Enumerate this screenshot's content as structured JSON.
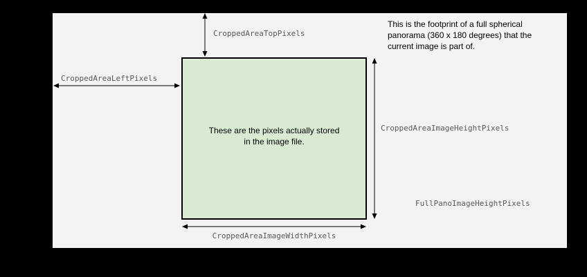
{
  "diagram": {
    "pano_note": "This is the footprint of a full spherical panorama (360 x 180 degrees) that the current image is part of.",
    "crop_note": "These are the pixels actually stored in the image file.",
    "labels": {
      "cropped_top": "CroppedAreaTopPixels",
      "cropped_left": "CroppedAreaLeftPixels",
      "cropped_height": "CroppedAreaImageHeightPixels",
      "cropped_width": "CroppedAreaImageWidthPixels",
      "full_pano_height": "FullPanoImageHeightPixels"
    },
    "colors": {
      "background": "#000000",
      "pano_fill": "#f3f3f3",
      "pano_border": "#000000",
      "crop_fill": "#d9ead3",
      "crop_border": "#000000",
      "label_color": "#595959",
      "note_color": "#000000",
      "arrow_color": "#000000"
    }
  }
}
